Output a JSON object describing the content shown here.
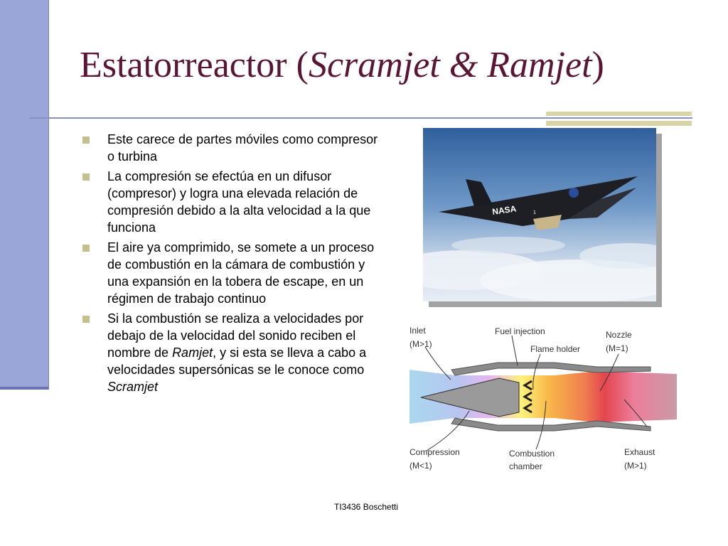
{
  "title": {
    "main": "Estatorreactor (",
    "italic": "Scramjet & Ramjet",
    "close": ")"
  },
  "bullets": [
    {
      "text": "Este carece de partes móviles como compresor o turbina"
    },
    {
      "text": "La compresión se efectúa en un difusor (compresor) y logra una elevada relación de compresión debido a la alta velocidad a la que funciona"
    },
    {
      "text": "El aire ya comprimido, se somete a un proceso de combustión en la cámara de combustión y una expansión en la tobera de escape, en un régimen de trabajo continuo"
    },
    {
      "pre": "Si la combustión se realiza a velocidades por debajo de la velocidad del sonido reciben el nombre de ",
      "em1": "Ramjet",
      "mid": ", y si esta se lleva a cabo a velocidades supersónicas se le conoce como ",
      "em2": "Scramjet"
    }
  ],
  "photo": {
    "fuselage_text": "NASA",
    "number": "1"
  },
  "diagram": {
    "inlet": [
      "Inlet",
      "(M>1)"
    ],
    "fuel_injection": "Fuel injection",
    "flame_holder": "Flame holder",
    "nozzle": [
      "Nozzle",
      "(M=1)"
    ],
    "compression": [
      "Compression",
      "(M<1)"
    ],
    "combustion": [
      "Combustion",
      "chamber"
    ],
    "exhaust": [
      "Exhaust",
      "(M>1)"
    ]
  },
  "footer": "TI3436 Boschetti",
  "colors": {
    "title": "#5a1535",
    "left_bar": "#9aa6d8",
    "accent": "#d7d5a6",
    "bullet": "#c3c08e"
  }
}
